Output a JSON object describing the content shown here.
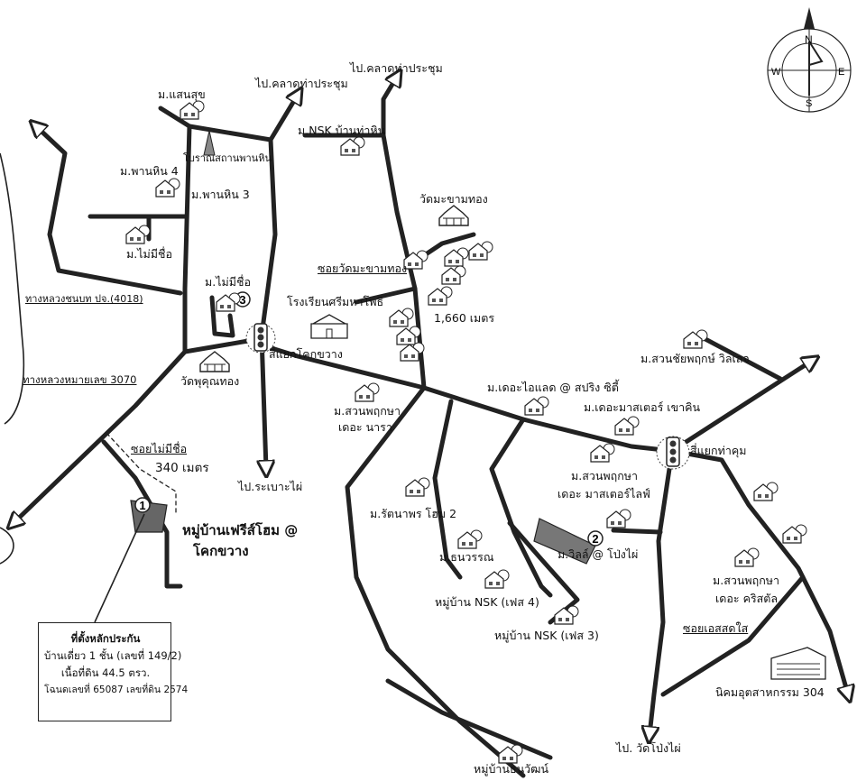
{
  "map": {
    "compass": {
      "n": "N",
      "s": "S",
      "e": "E",
      "w": "W"
    },
    "labels": {
      "to_market_left": "ไป.คลาดท่าประชุม",
      "to_market_right": "ไป.คลาดท่าประชุม",
      "saensuk": "ม.แสนสุข",
      "ancient_site": "โบราณสถานพานหิน",
      "panhin4": "ม.พานหิน 4",
      "panhin3": "ม.พานหิน 3",
      "nsk_thahin": "ม.NSK บ้านท่าหิน",
      "wat_makham": "วัดมะขามทอง",
      "unnamed1": "ม.ไม่มีชื่อ",
      "unnamed2": "ม.ไม่มีชื่อ",
      "soi_wat_makham": "ซอยวัดมะขามทอง",
      "highway_4018": "ทางหลวงชนบท ปจ.(4018)",
      "school": "โรงเรียนศรีมหาโพธิ",
      "dist_1660": "1,660 เมตร",
      "wat_phukhunthong": "วัดพุคุณทอง",
      "khok_khwang_junction": "สี่แยกโคกขวาง",
      "highway_3070": "ทางหลวงหมายเลข 3070",
      "suan_chaiyaphruek": "ม.สวนชัยพฤกษ์ วิลเลจ",
      "the_island": "ม.เดอะไอแลด @ สปริง ซิตี้",
      "the_master_khaokin": "ม.เดอะมาสเตอร์ เขาคิน",
      "suan_phruksa_nara1": "ม.สวนพฤกษา",
      "suan_phruksa_nara2": "เดอะ นารา",
      "tha_khum_junction": "สี่แยกท่าคุม",
      "soi_unnamed": "ซอยไม่มีชื่อ",
      "dist_340": "340 เมตร",
      "to_rabao_phai": "ไป.ระเบาะไผ่",
      "suan_phruksa_master1": "ม.สวนพฤกษา",
      "suan_phruksa_master2": "เดอะ มาสเตอร์ไลฟ์",
      "rattanaphon": "ม.รัตนาพร โฮม 2",
      "free_home1": "หมู่บ้านเฟรีส์โฮม @",
      "free_home2": "โคกขวาง",
      "thanawan": "ม.ธนวรรณ",
      "nsk4": "หมู่บ้าน NSK (เฟส 4)",
      "ville_pongphai": "ม.วิลล์ @ โป่งไผ่",
      "suan_phruksa_crystal1": "ม.สวนพฤกษา",
      "suan_phruksa_crystal2": "เดอะ คริสตัล",
      "nsk3": "หมู่บ้าน NSK (เฟส 3)",
      "soi_essadsai": "ซอยเอสสดใส",
      "industrial_304": "นิคมอุตสาหกรรม 304",
      "to_wat_pongphai": "ไป. วัดโป่งไผ่",
      "thanawat": "หมู่บ้านธนวัฒน์",
      "markers": {
        "m1": "1",
        "m2": "2",
        "m3": "3"
      }
    },
    "info_box": {
      "line1": "ที่ตั้งหลักประกัน",
      "line2": "บ้านเดี่ยว 1 ชั้น (เลขที่ 149/2)",
      "line3": "เนื้อที่ดิน 44.5 ตรว.",
      "line4": "โฉนดเลขที่ 65087 เลขที่ดิน 2574"
    }
  }
}
